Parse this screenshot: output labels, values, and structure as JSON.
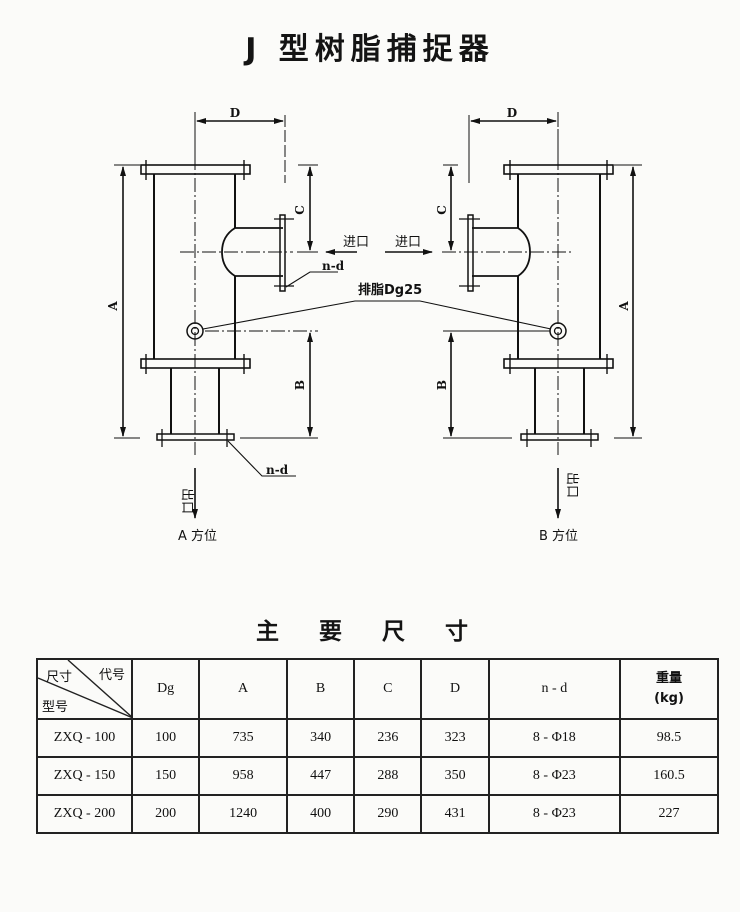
{
  "title": "J 型树脂捕捉器",
  "drawing": {
    "left_view": {
      "dim_D": "D",
      "dim_C": "C",
      "dim_A": "A",
      "dim_B": "B",
      "flange_note_top": "n-d",
      "flange_note_bottom": "n-d",
      "inlet_label": "进口",
      "outlet_label": "出口",
      "view_label": "A 方位"
    },
    "right_view": {
      "dim_D": "D",
      "dim_C": "C",
      "dim_A": "A",
      "dim_B": "B",
      "inlet_label": "进口",
      "outlet_label": "出口",
      "view_label": "B 方位"
    },
    "drain_label": "排脂Dg25"
  },
  "table": {
    "caption": "主 要 尺 寸",
    "corner": {
      "size": "尺寸",
      "code": "代号",
      "model": "型号"
    },
    "columns": [
      "Dg",
      "A",
      "B",
      "C",
      "D",
      "n - d"
    ],
    "weight_header": {
      "line1": "重量",
      "line2": "(kg)"
    },
    "rows": [
      {
        "model": "ZXQ - 100",
        "Dg": "100",
        "A": "735",
        "B": "340",
        "C": "236",
        "D": "323",
        "nd": "8 - Φ18",
        "weight": "98.5"
      },
      {
        "model": "ZXQ - 150",
        "Dg": "150",
        "A": "958",
        "B": "447",
        "C": "288",
        "D": "350",
        "nd": "8 - Φ23",
        "weight": "160.5"
      },
      {
        "model": "ZXQ - 200",
        "Dg": "200",
        "A": "1240",
        "B": "400",
        "C": "290",
        "D": "431",
        "nd": "8 - Φ23",
        "weight": "227"
      }
    ]
  }
}
